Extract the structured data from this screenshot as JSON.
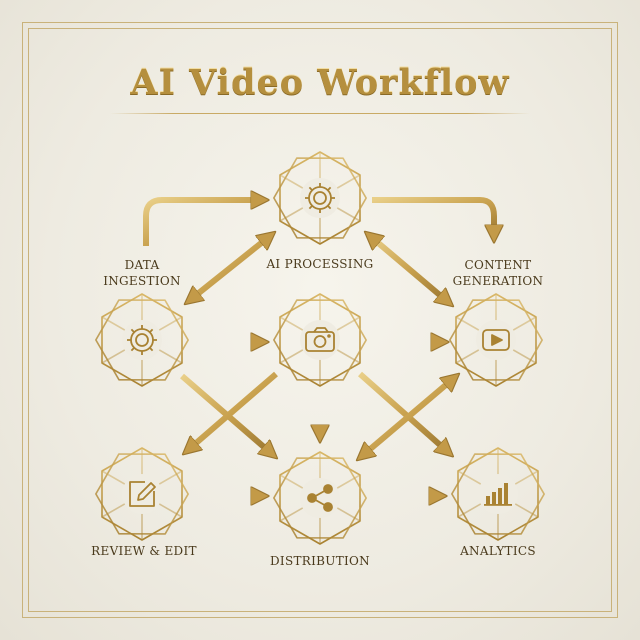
{
  "title": "AI Video Workflow",
  "nodes": {
    "data_ingestion": "DATA\nINGESTION",
    "ai_processing": "AI PROCESSING",
    "content_generation": "CONTENT\nGENERATION",
    "review_edit": "REVIEW & EDIT",
    "distribution": "DISTRIBUTION",
    "analytics": "ANALYTICS"
  },
  "icons": {
    "ai_processing": "gear-icon",
    "data_ingestion": "gear-icon",
    "center": "camera-icon",
    "content_generation": "play-icon",
    "review_edit": "edit-icon",
    "distribution": "share-icon",
    "analytics": "bar-chart-icon"
  },
  "colors": {
    "gold": "#c9a24f",
    "gold_dark": "#9a7630",
    "gold_light": "#e9cf88",
    "text": "#4a3a1c",
    "background": "#efece2"
  }
}
